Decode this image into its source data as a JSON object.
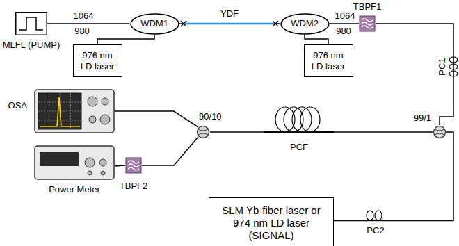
{
  "diagram": {
    "nodes": [
      {
        "text": [
          "MLFL (PUMP)"
        ]
      },
      {
        "text": [
          "WDM1"
        ]
      },
      {
        "text": [
          "WDM2"
        ]
      },
      {
        "text": [
          "976 nm LD laser"
        ]
      },
      {
        "text": [
          "976 nm LD laser"
        ]
      },
      {
        "text": [
          "TBPF1"
        ]
      },
      {
        "text": [
          "OSA"
        ]
      },
      {
        "text": [
          "Power Meter"
        ]
      },
      {
        "text": [
          "TBPF2"
        ]
      },
      {
        "text": [
          "90/10"
        ]
      },
      {
        "text": [
          "PCF"
        ]
      },
      {
        "text": [
          "99/1"
        ]
      },
      {
        "text": [
          "SLM Yb-fiber laser or 974 nm LD laser (SIGNAL)"
        ]
      }
    ],
    "edges": [
      {
        "from": 0,
        "to": 1,
        "arrow": "none"
      },
      {
        "from": 3,
        "to": 1,
        "arrow": "none"
      },
      {
        "from": 1,
        "to": 2,
        "arrow": "none"
      },
      {
        "from": 4,
        "to": 2,
        "arrow": "none"
      },
      {
        "from": 2,
        "to": 5,
        "arrow": "none"
      },
      {
        "from": 5,
        "to": 11,
        "arrow": "none"
      },
      {
        "from": 12,
        "to": 11,
        "arrow": "none"
      },
      {
        "from": 11,
        "to": 10,
        "arrow": "none"
      },
      {
        "from": 10,
        "to": 9,
        "arrow": "none"
      },
      {
        "from": 9,
        "to": 6,
        "arrow": "none"
      },
      {
        "from": 9,
        "to": 8,
        "arrow": "none"
      },
      {
        "from": 8,
        "to": 7,
        "arrow": "none"
      }
    ],
    "labels": [
      "1064",
      "980",
      "YDF",
      "1064",
      "980",
      "PC1",
      "PC2"
    ]
  }
}
